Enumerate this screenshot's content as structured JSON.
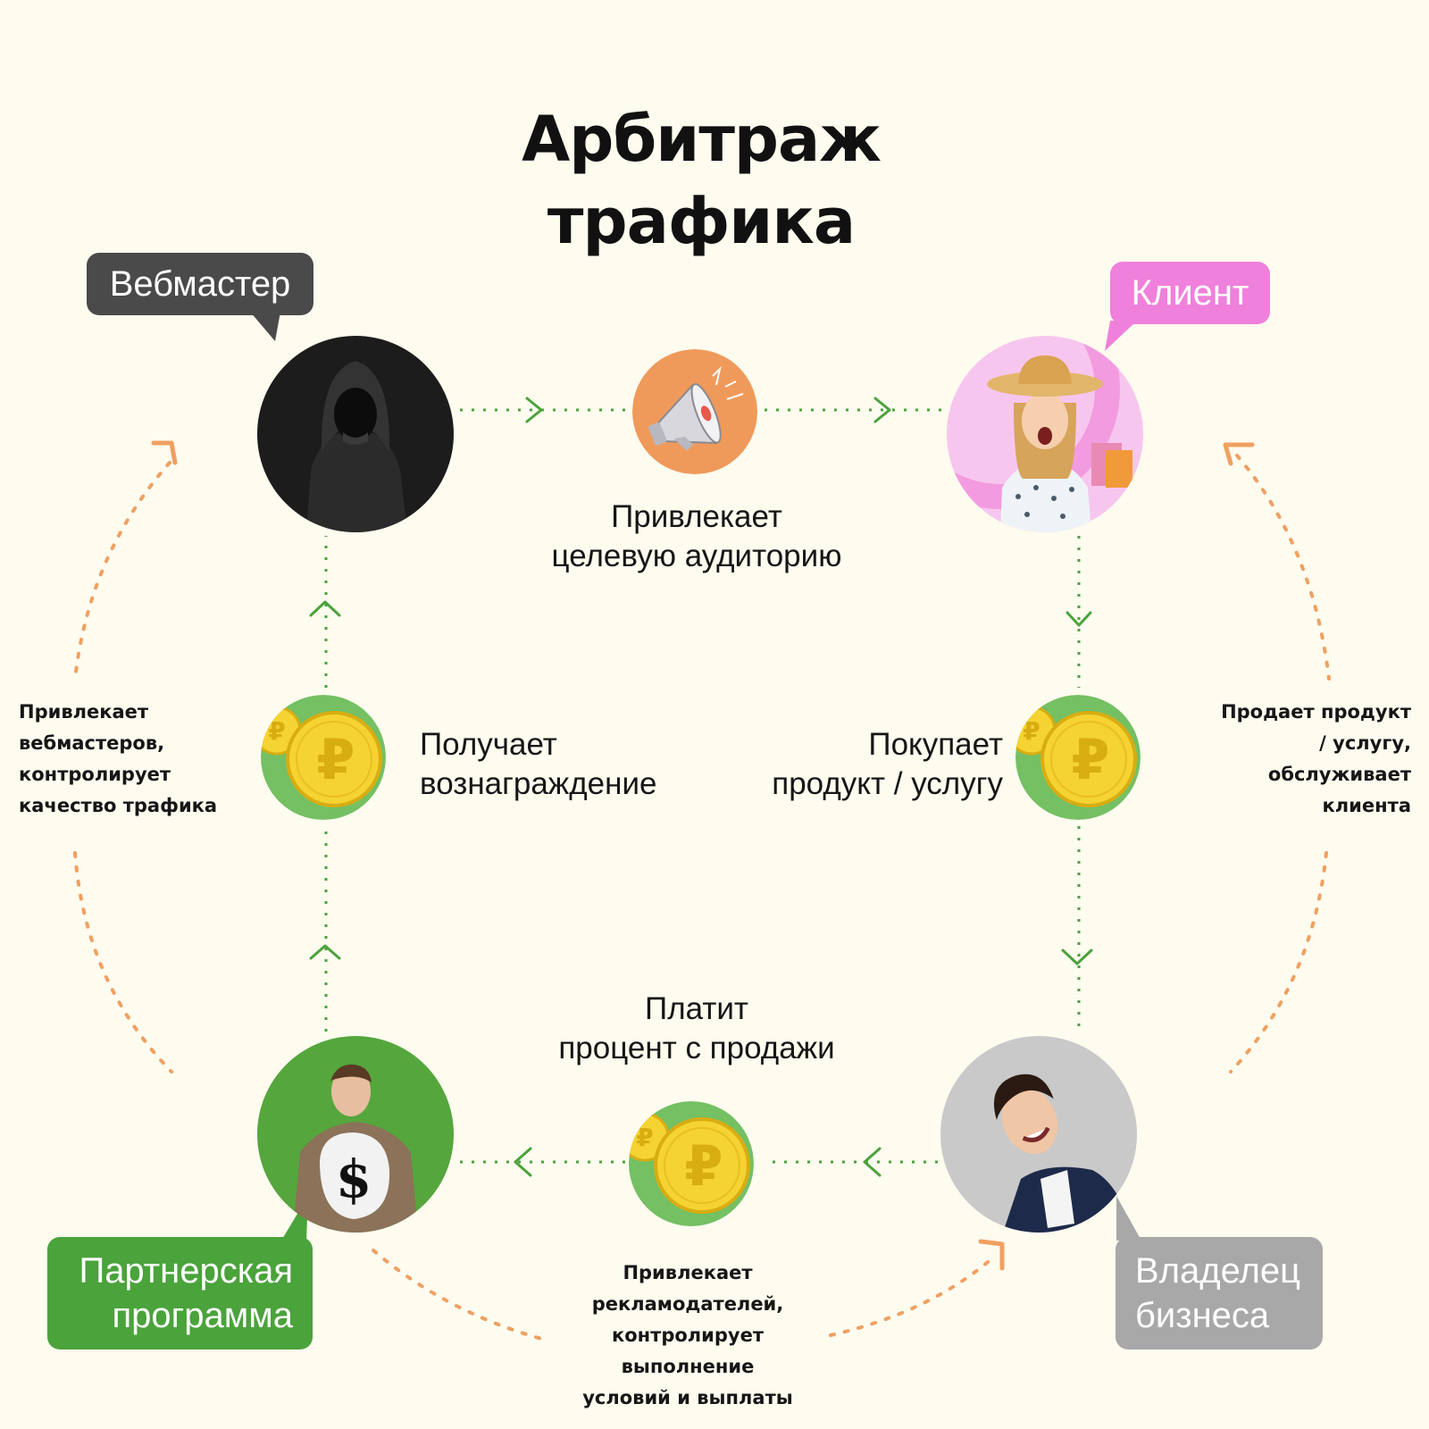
{
  "title": [
    "Арбитраж",
    "трафика"
  ],
  "roles": {
    "webmaster": "Вебмастер",
    "client": "Клиент",
    "partner": [
      "Партнерская",
      "программа"
    ],
    "owner": [
      "Владелец",
      "бизнеса"
    ]
  },
  "labels": {
    "attracts": [
      "Привлекает",
      "целевую аудиторию"
    ],
    "reward": [
      "Получает",
      "вознаграждение"
    ],
    "buys": [
      "Покупает",
      "продукт / услугу"
    ],
    "pays": [
      "Платит",
      "процент с продажи"
    ]
  },
  "notes": {
    "left": [
      "Привлекает",
      "вебмастеров,",
      "контролирует",
      "качество трафика"
    ],
    "right": [
      "Продает продукт",
      "/ услугу,",
      "обслуживает",
      "клиента"
    ],
    "bottom": [
      "Привлекает",
      "рекламодателей,",
      "контролирует",
      "выполнение",
      "условий и выплаты"
    ]
  },
  "colors": {
    "background": "#fefbef",
    "flow_green": "#4aa33b",
    "orbit_orange": "#f0a060",
    "webmaster_bubble": "#4a4a4a",
    "client_bubble": "#ef80db",
    "partner_bubble": "#4aa33b",
    "owner_bubble": "#a8a8a8",
    "coin_gold": "#f5d332",
    "coin_back_green": "#74c063",
    "megaphone_bg": "#ef9a5a"
  },
  "icons": [
    "megaphone-icon",
    "ruble-coin-icon"
  ]
}
